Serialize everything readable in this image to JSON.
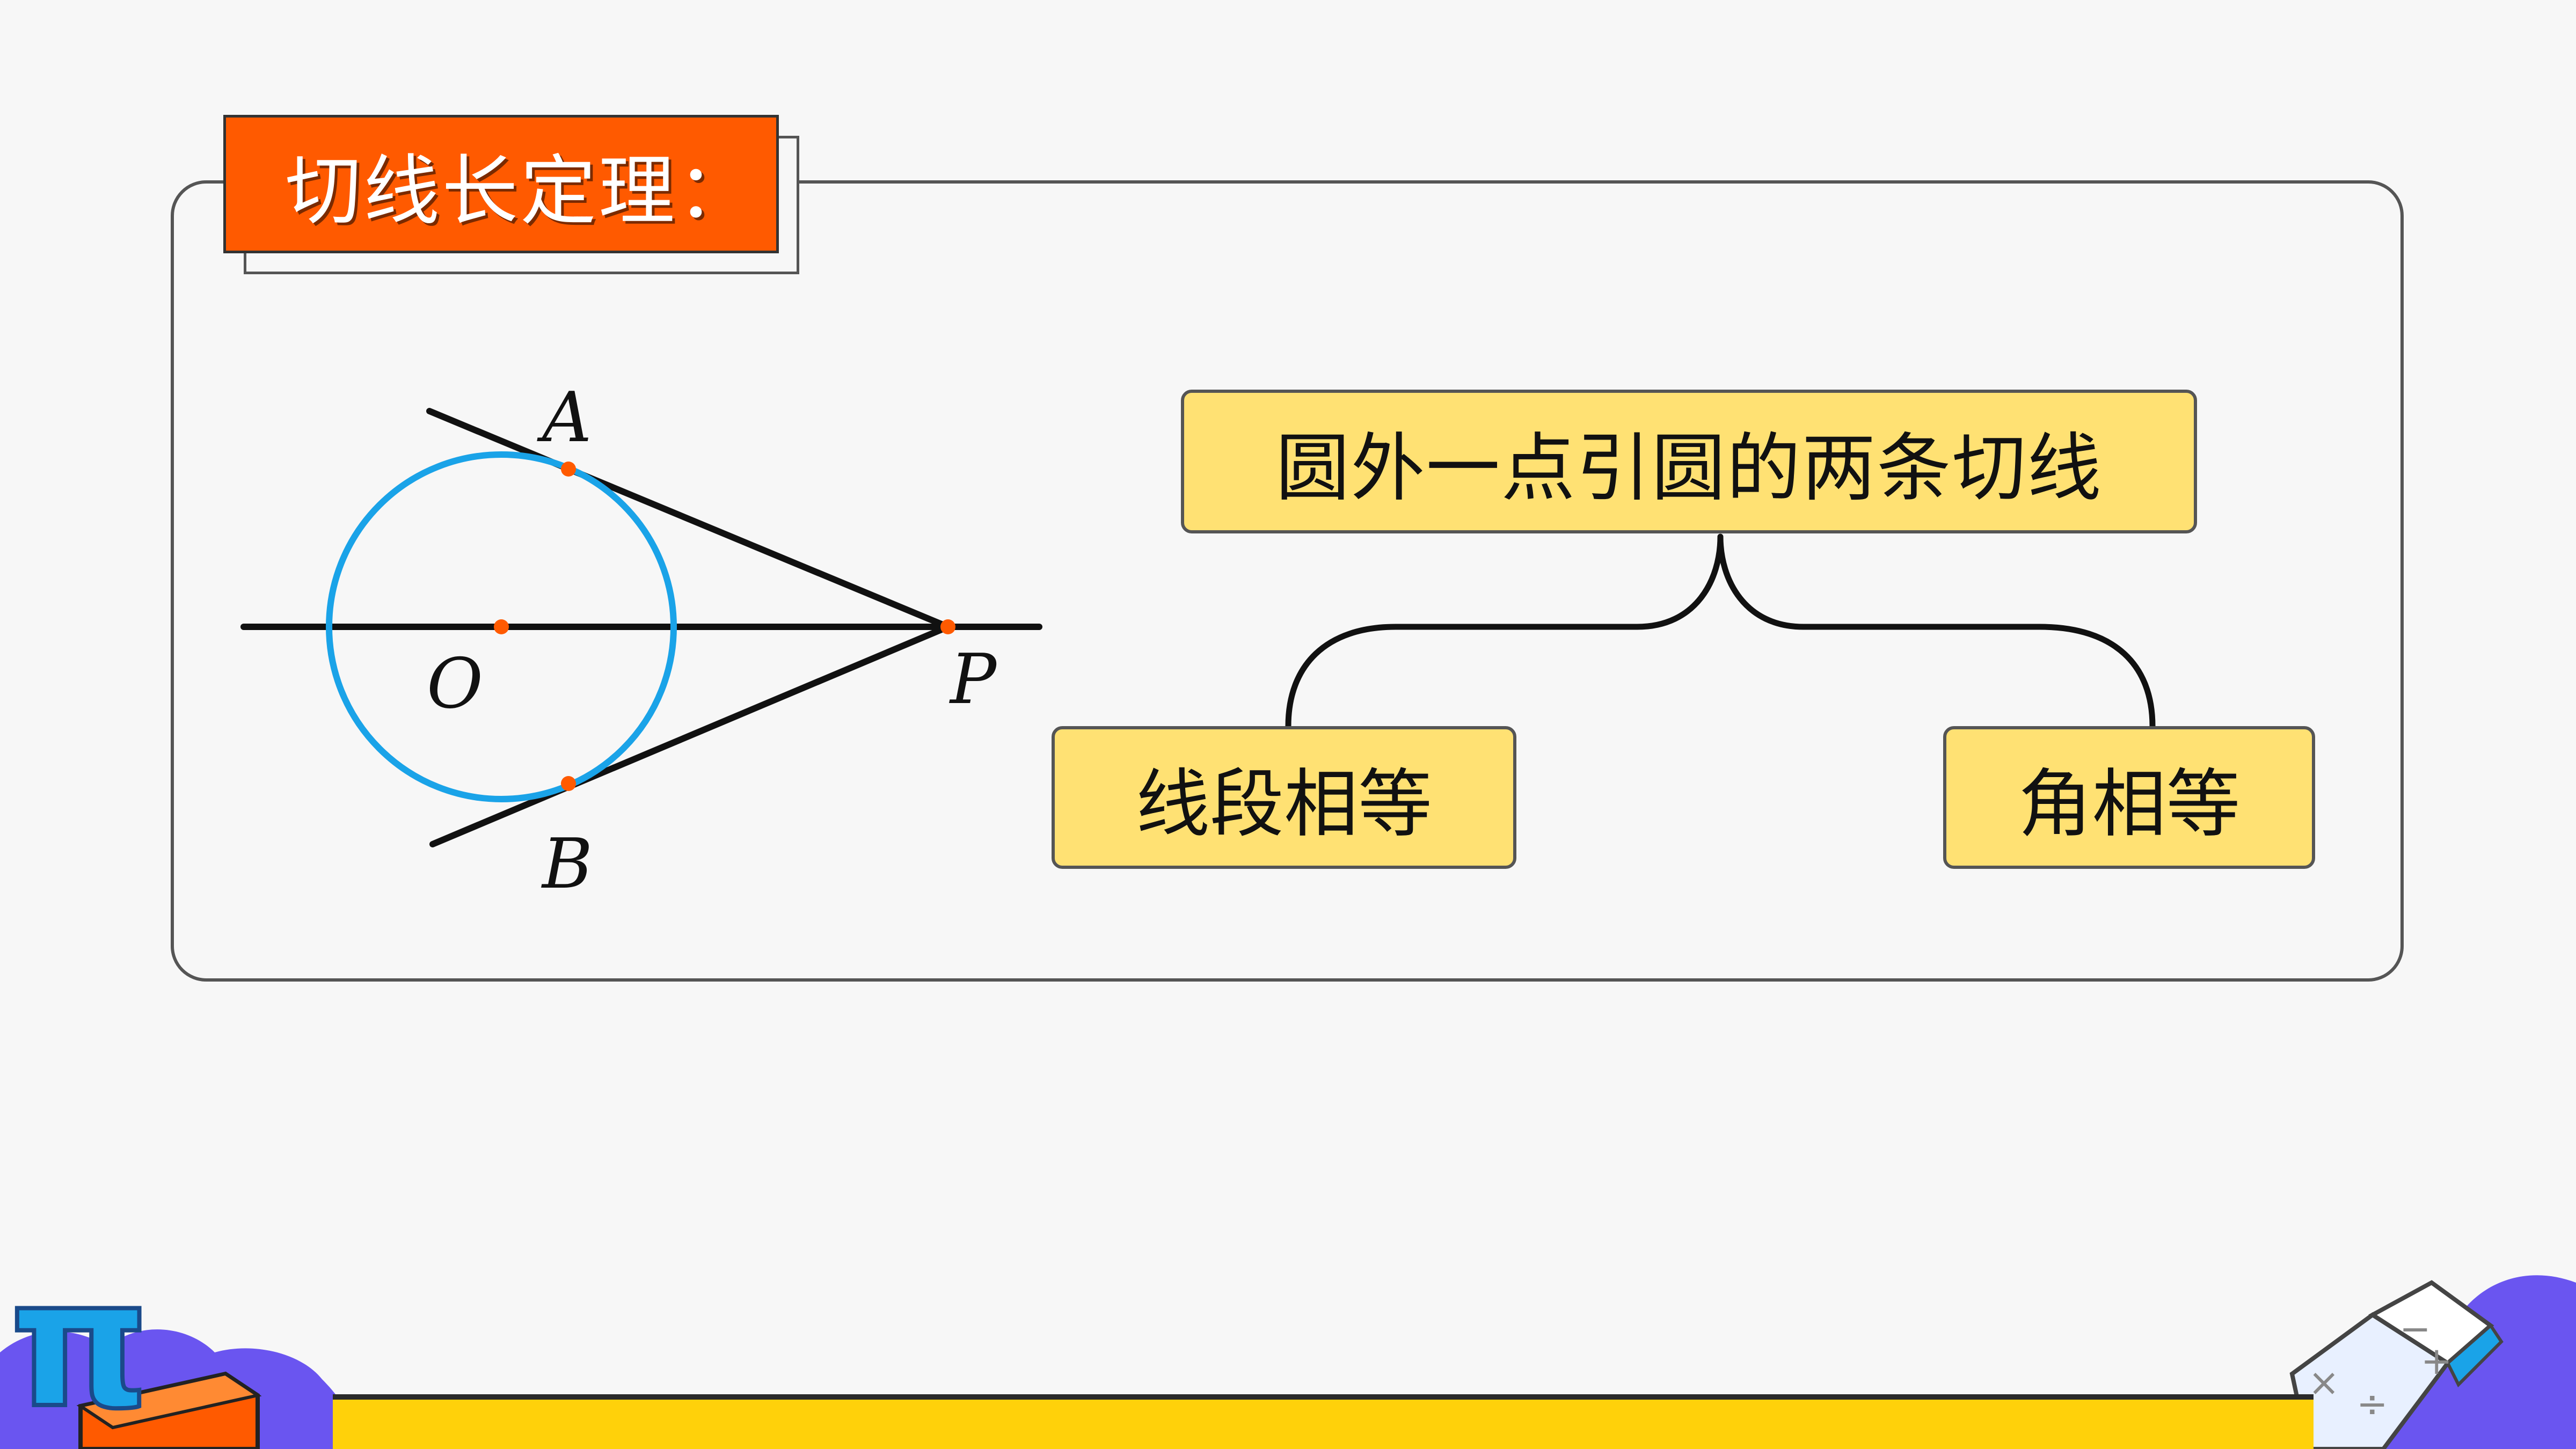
{
  "title": "切线长定理：",
  "diagram": {
    "point_labels": {
      "A": "A",
      "B": "B",
      "O": "O",
      "P": "P"
    },
    "colors": {
      "circle": "#1aa3e8",
      "lines": "#111111",
      "points": "#ff5a00"
    }
  },
  "concept_map": {
    "top_box": "圆外一点引圆的两条切线",
    "left_box": "线段相等",
    "right_box": "角相等"
  },
  "decorations": {
    "pi_symbol": "π",
    "book_icon": "book-math-icon",
    "accent_colors": {
      "title_bg": "#ff5a00",
      "box_bg": "#ffe173",
      "band": "#ffd10a",
      "purple": "#6a55f0",
      "blue": "#1aa3e8"
    }
  }
}
